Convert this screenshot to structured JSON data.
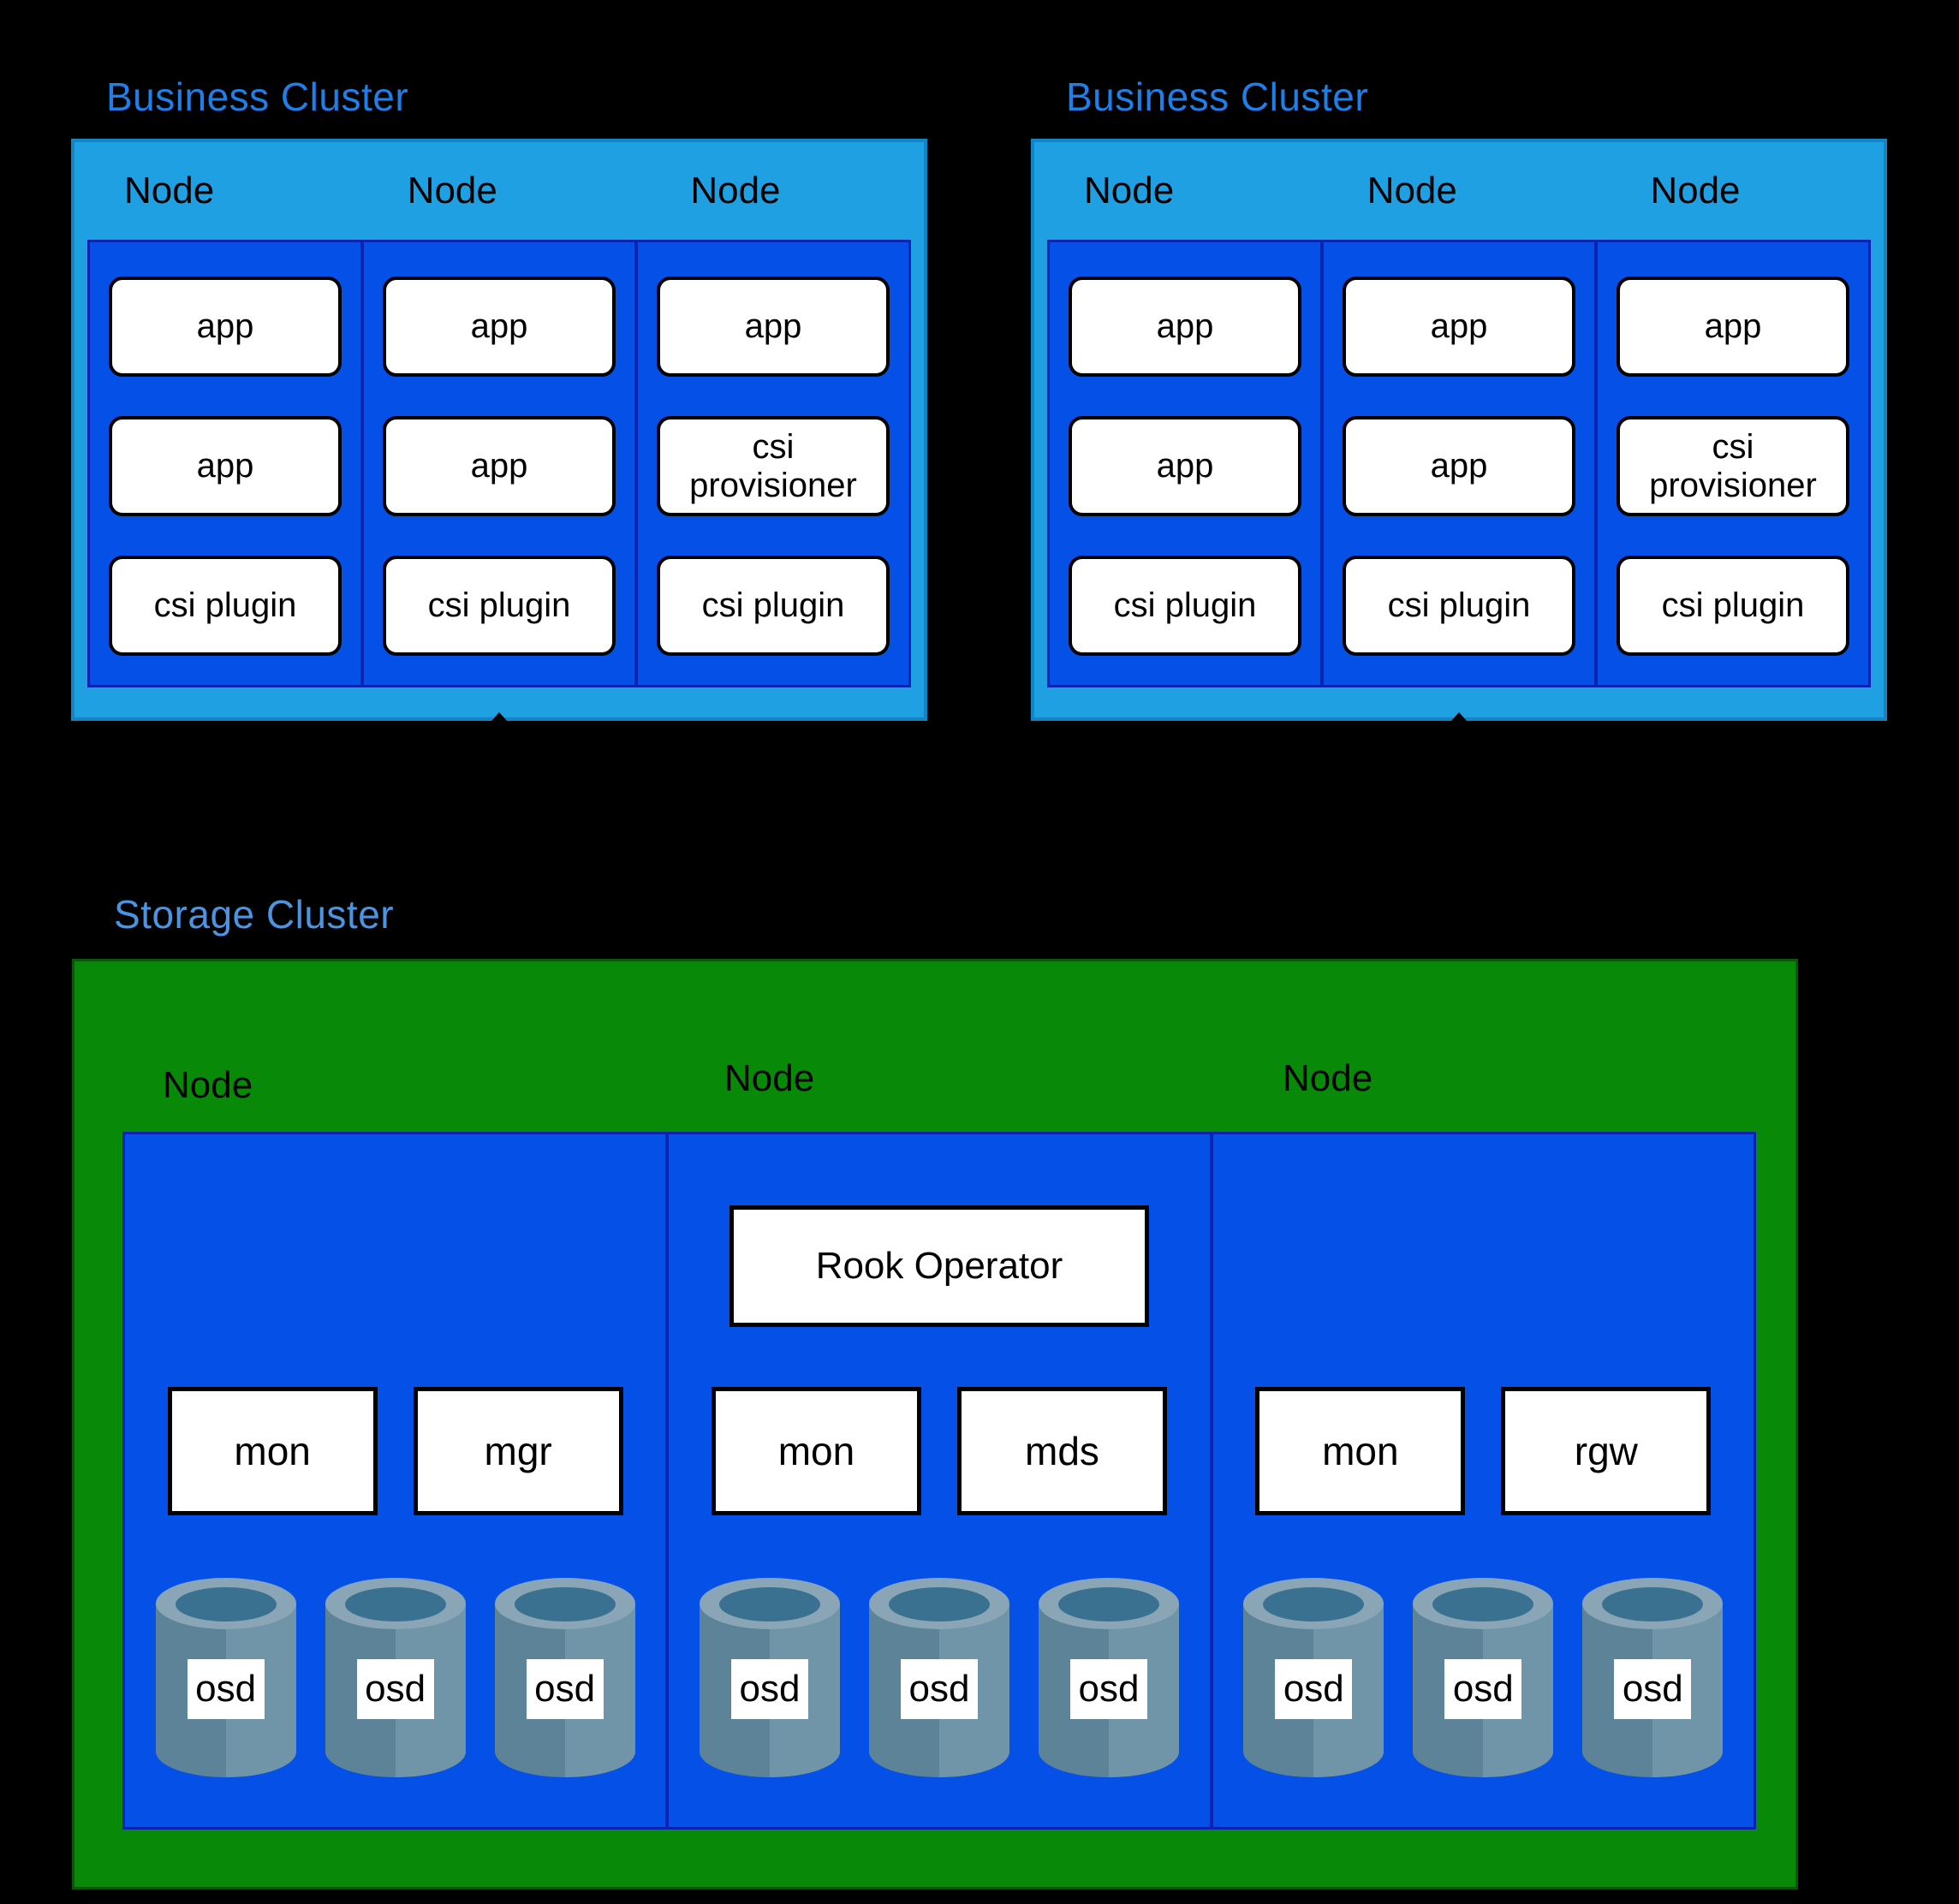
{
  "colors": {
    "bg": "#000000",
    "business-title": "#1f7fe8",
    "storage-title": "#4a94e2",
    "node-band": "#1ea0e2",
    "outer-border": "#1186c4",
    "pod-blue": "#0551e8",
    "navy-border": "#0a23b4",
    "green": "#088a08",
    "green-border": "#085808",
    "box-white": "#ffffff",
    "box-border": "#000000",
    "cyl-rim": "#8aa6b6",
    "cyl-hole": "#3a7190",
    "cyl-body-left": "#5d8398",
    "cyl-body-right": "#7095a9"
  },
  "business_clusters": [
    {
      "title": "Business Cluster",
      "nodes": [
        {
          "label": "Node",
          "pods": [
            "app",
            "app",
            "csi plugin"
          ]
        },
        {
          "label": "Node",
          "pods": [
            "app",
            "app",
            "csi plugin"
          ]
        },
        {
          "label": "Node",
          "pods": [
            "app",
            "csi provisioner",
            "csi plugin"
          ]
        }
      ]
    },
    {
      "title": "Business Cluster",
      "nodes": [
        {
          "label": "Node",
          "pods": [
            "app",
            "app",
            "csi plugin"
          ]
        },
        {
          "label": "Node",
          "pods": [
            "app",
            "app",
            "csi plugin"
          ]
        },
        {
          "label": "Node",
          "pods": [
            "app",
            "csi provisioner",
            "csi plugin"
          ]
        }
      ]
    }
  ],
  "storage_cluster": {
    "title": "Storage Cluster",
    "nodes": [
      {
        "label": "Node",
        "operator": "",
        "daemons": [
          "mon",
          "mgr"
        ],
        "osds": [
          "osd",
          "osd",
          "osd"
        ]
      },
      {
        "label": "Node",
        "operator": "Rook Operator",
        "daemons": [
          "mon",
          "mds"
        ],
        "osds": [
          "osd",
          "osd",
          "osd"
        ]
      },
      {
        "label": "Node",
        "operator": "",
        "daemons": [
          "mon",
          "rgw"
        ],
        "osds": [
          "osd",
          "osd",
          "osd"
        ]
      }
    ]
  }
}
